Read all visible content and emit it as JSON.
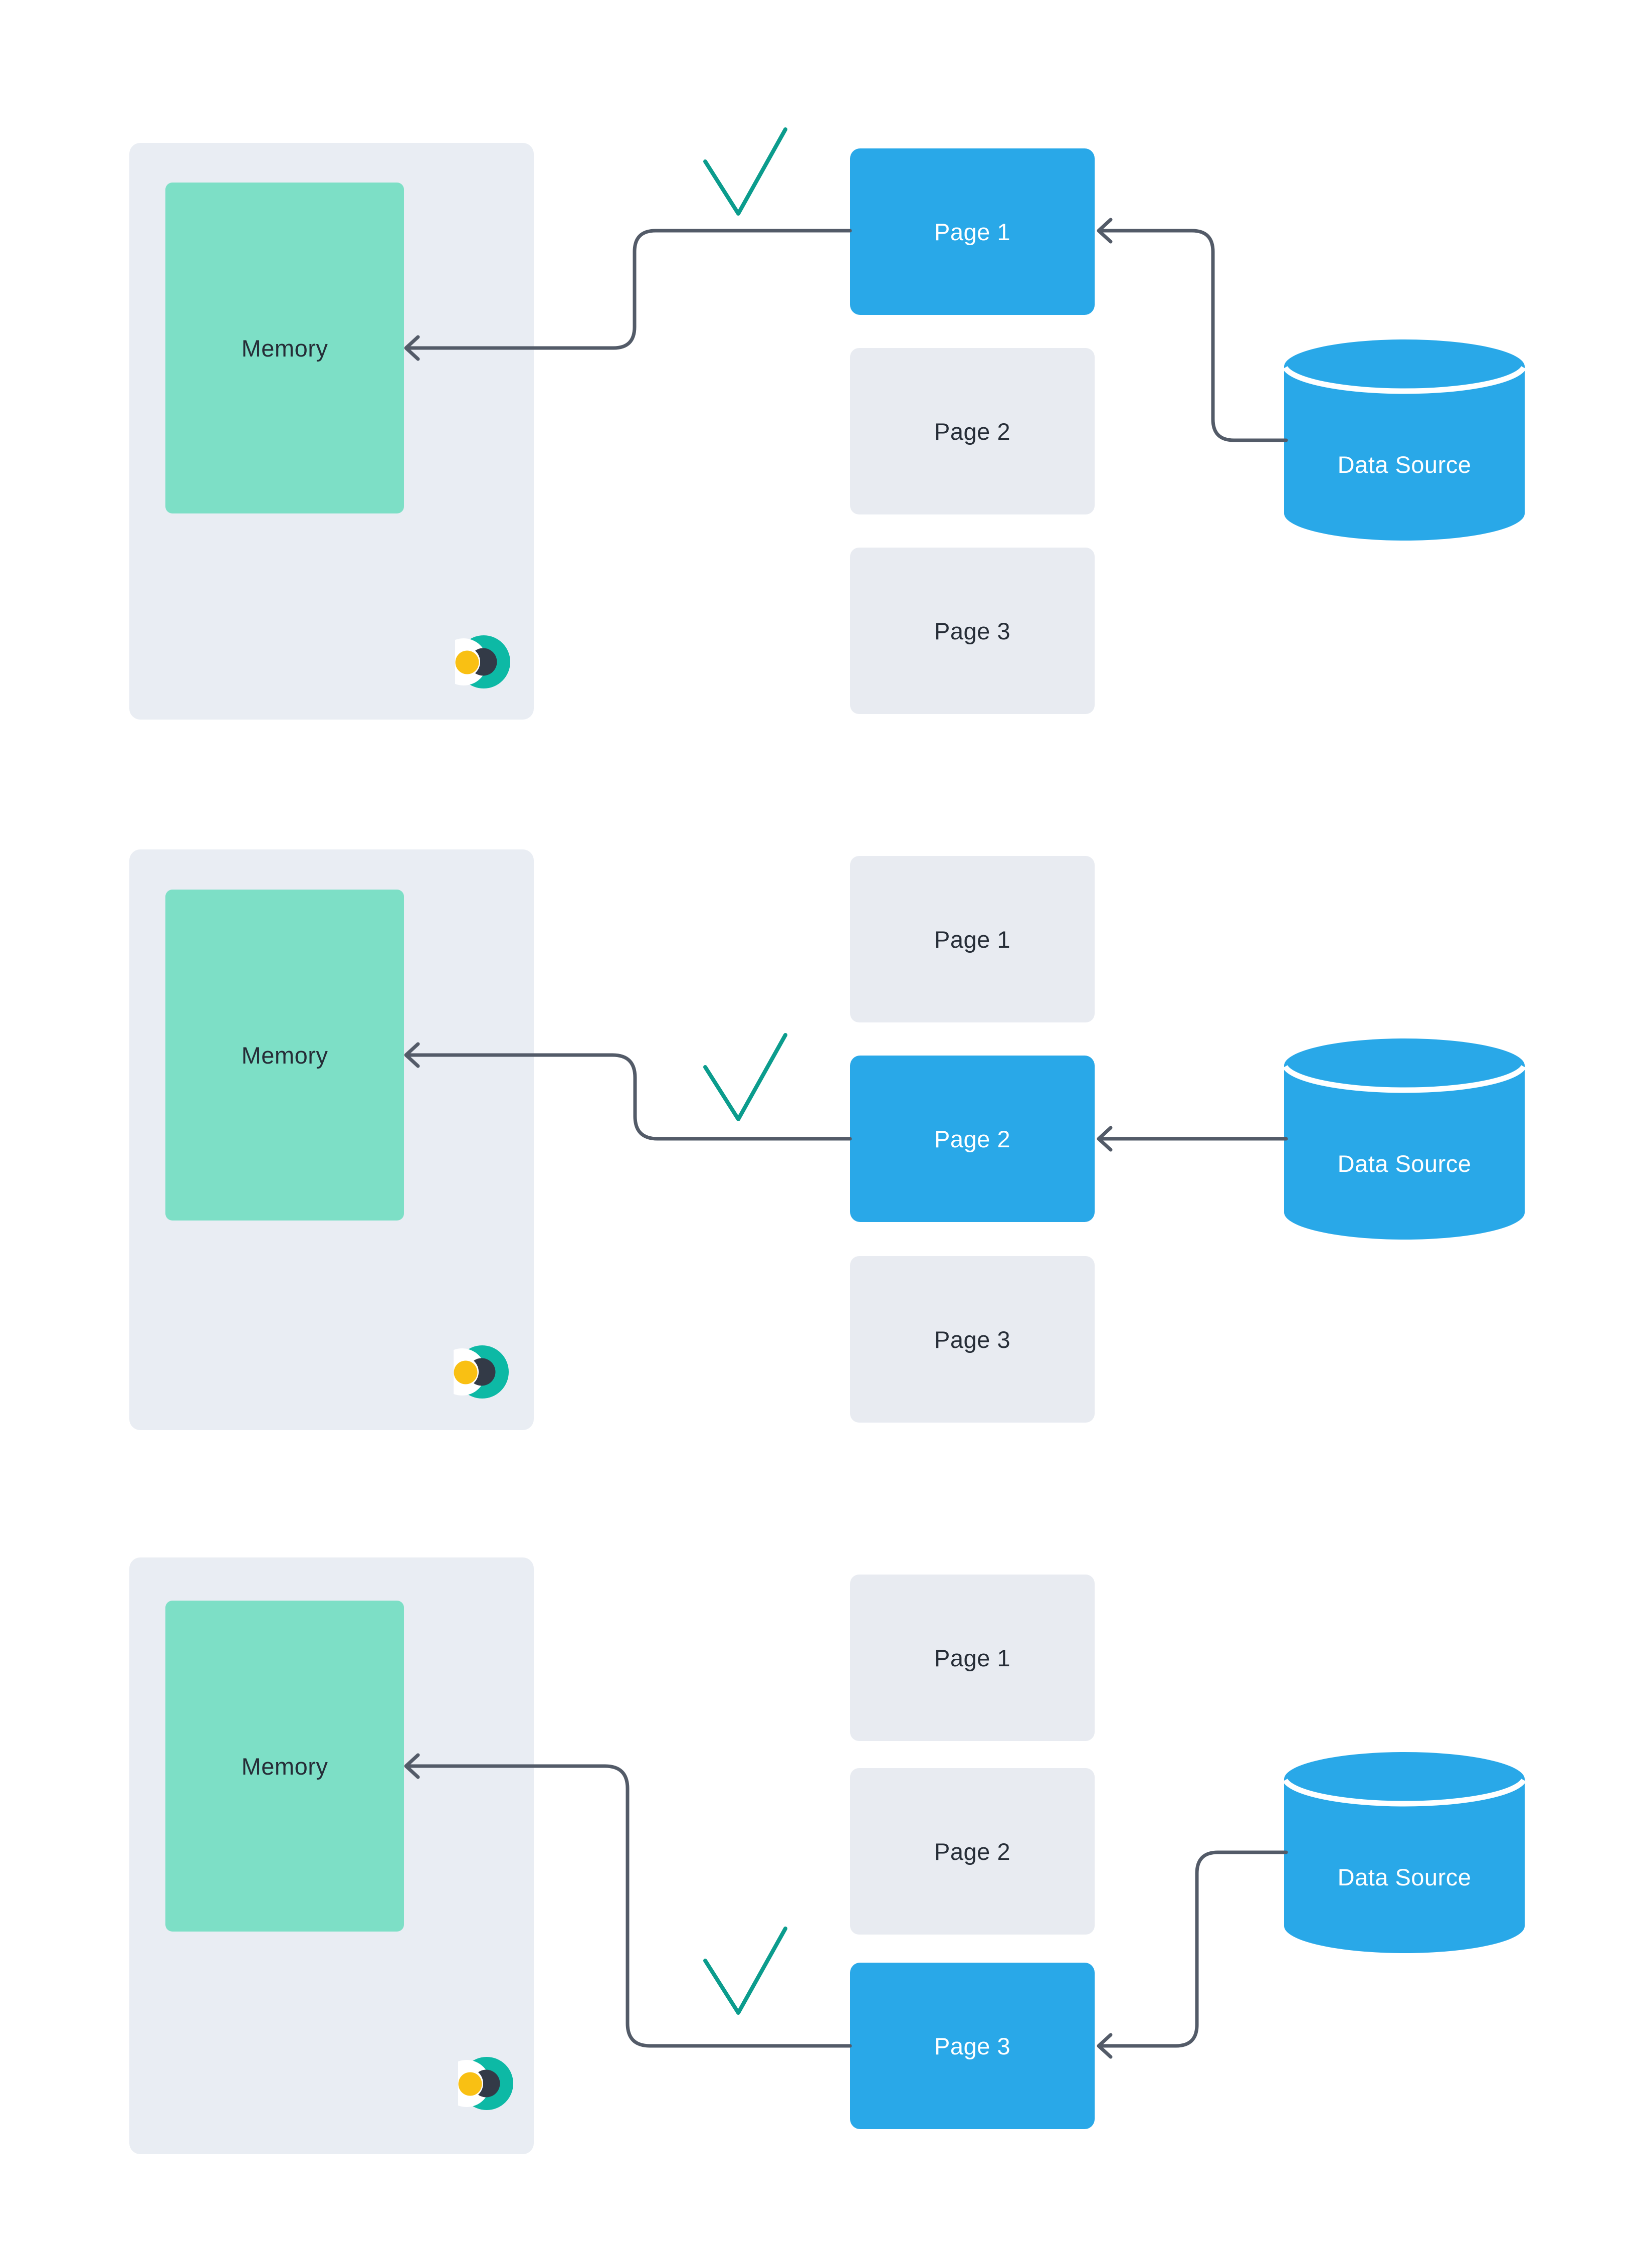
{
  "colors": {
    "background": "#FFFFFF",
    "panel_gray": "#E9EDF3",
    "page_gray": "#E8EBF1",
    "accent_blue": "#29A8E8",
    "memory_teal": "#7DDFC6",
    "arrow_slate": "#535B68",
    "check_teal": "#0B9C8D",
    "text_dark": "#262D37",
    "text_light": "#FFFFFF",
    "logo_teal": "#0DB9A5",
    "logo_navy": "#333A47",
    "logo_yellow": "#F9C013"
  },
  "icons": {
    "check": "check-icon",
    "logo": "crescent-moon-brand-logo",
    "arrow": "left-arrow-connector",
    "datasource": "database-cylinder"
  },
  "panels": [
    {
      "memory_label": "Memory",
      "datasource_label": "Data Source",
      "active_page": "Page 1",
      "pages": [
        {
          "label": "Page 1",
          "active": true
        },
        {
          "label": "Page 2",
          "active": false
        },
        {
          "label": "Page 3",
          "active": false
        }
      ]
    },
    {
      "memory_label": "Memory",
      "datasource_label": "Data Source",
      "active_page": "Page 2",
      "pages": [
        {
          "label": "Page 1",
          "active": false
        },
        {
          "label": "Page 2",
          "active": true
        },
        {
          "label": "Page 3",
          "active": false
        }
      ]
    },
    {
      "memory_label": "Memory",
      "datasource_label": "Data Source",
      "active_page": "Page 3",
      "pages": [
        {
          "label": "Page 1",
          "active": false
        },
        {
          "label": "Page 2",
          "active": false
        },
        {
          "label": "Page 3",
          "active": true
        }
      ]
    }
  ]
}
